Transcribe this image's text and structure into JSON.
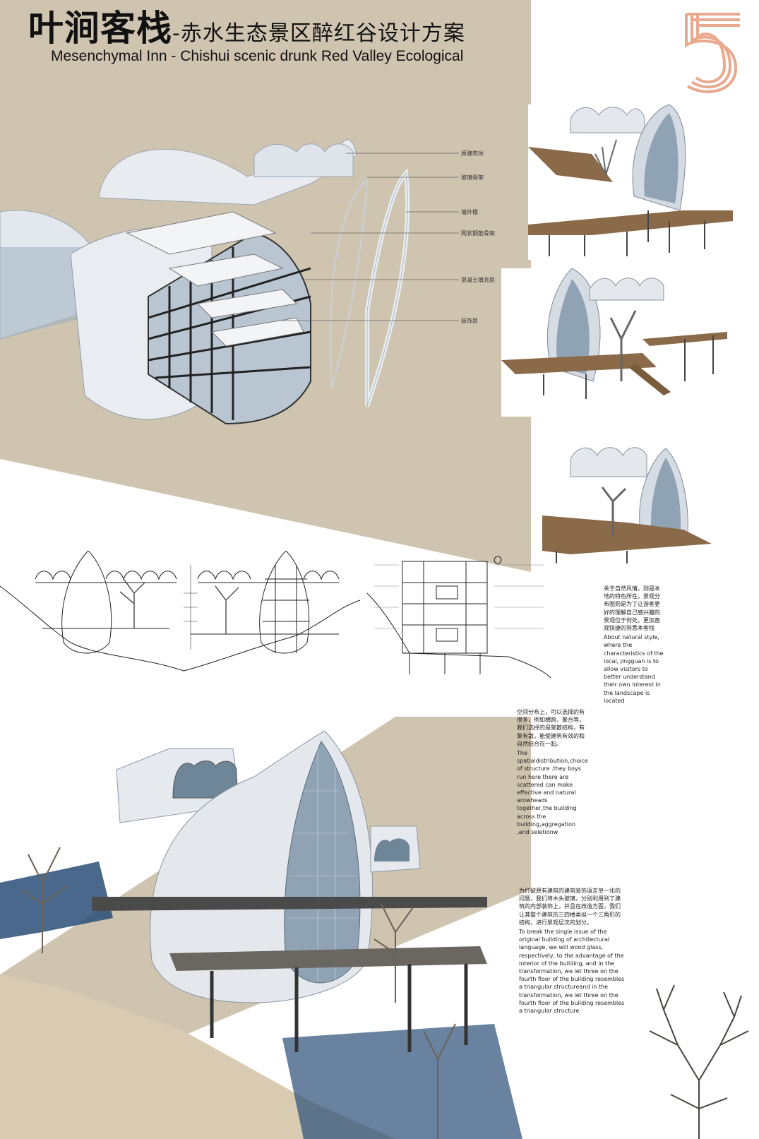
{
  "header": {
    "title_cn_main": "叶涧客栈",
    "title_cn_sub": "-赤水生态景区醉红谷设计方案",
    "title_en": "Mesenchymal Inn - Chishui scenic drunk Red Valley Ecological",
    "page_number": "5"
  },
  "colors": {
    "background": "#ffffff",
    "beige_panel": "#cfc4b0",
    "accent_number": "#e9a98f",
    "concrete": "#e6e9ee",
    "glass": "#8fa3b4",
    "wood": "#8a6a48"
  },
  "callouts": [
    "原建筑体",
    "玻璃骨架",
    "墙外檐",
    "网状钢筋骨架",
    "混凝土填充层",
    "装饰层"
  ],
  "paragraphs": [
    {
      "cn": "关于自然风情，则是本地的特色所在，景观分布图则是为了让游客更好的理解自己感兴趣的景观位于何处。更加直观快捷的熟悉本客栈",
      "en": "About natural style, where the characteristics of the local, jingguan is to allow visitors to better understand their own interest in the landscape is located"
    },
    {
      "cn": "空间分布上，可以选择的有很多，例如横跨，聚合等，我们选择的是聚散结构，有聚有散，能使建筑有效的和自然结合在一起。",
      "en": "The spatialdistribution,choice of structure .they boys run here there are scattered can make effective and natural arowheads together,the building across the building,aggregation ,and seletionw"
    },
    {
      "cn": "为打破原有建筑的建筑装饰语言单一化的问题，我们将木头玻璃，分别利用到了建筑的内部装饰上，并且在改造方面，我们让其整个建筑的三四楼类似一个三角形的结构，进行景观层次的划分。",
      "en": "To break the single issue of the original building of architectural language, we will wood glass, respectively, to the advantage of the interior of the building, and in the transformation, we let three on the fourth floor of the building resembles a triangular structureand in the transformation, we let three on the fourth floor of the building resembles a triangular structure"
    }
  ]
}
